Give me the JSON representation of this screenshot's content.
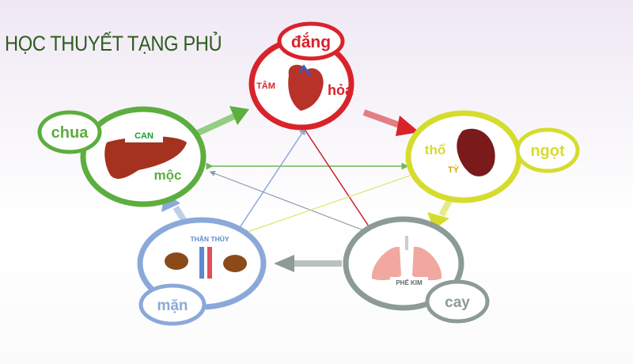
{
  "title": "HỌC THUYẾT TẠNG PHỦ",
  "nodes": {
    "fire": {
      "taste": "đắng",
      "organ": "TÂM",
      "element": "hỏa",
      "color": "#d9232b"
    },
    "wood": {
      "taste": "chua",
      "organ": "CAN",
      "element": "mộc",
      "color": "#5cae3e"
    },
    "earth": {
      "taste": "ngọt",
      "organ": "TỲ",
      "element": "thổ",
      "color": "#d6dc2c"
    },
    "metal": {
      "taste": "cay",
      "organ_element": "PHẾ KIM",
      "color": "#8c9a98"
    },
    "water": {
      "taste": "mặn",
      "organ_element": "THẬN THỦY",
      "color": "#8aa9d9"
    }
  }
}
